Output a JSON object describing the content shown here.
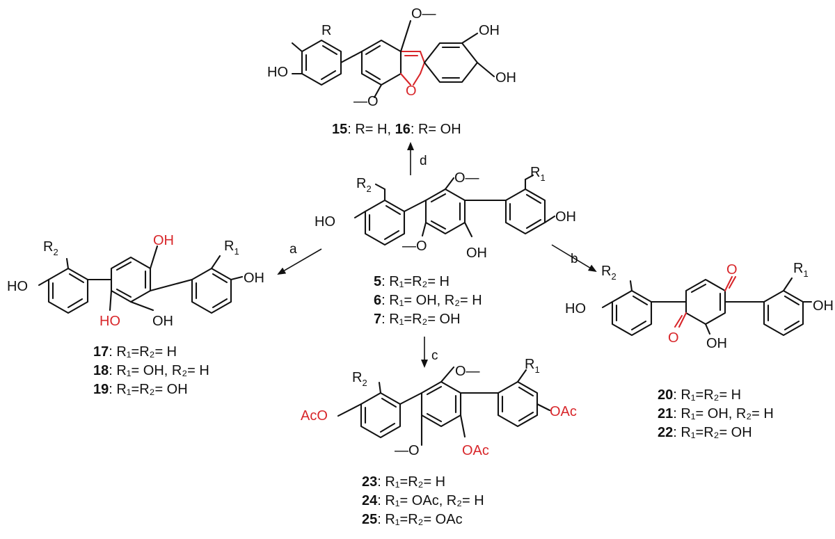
{
  "reagents": {
    "a": "a",
    "b": "b",
    "c": "c",
    "d": "d"
  },
  "atoms": {
    "R": "R",
    "R1": "R",
    "R2": "R",
    "sub1": "1",
    "sub2": "2",
    "HO": "HO",
    "OH": "OH",
    "O": "O",
    "AcO": "AcO",
    "OAc": "OAc",
    "OMe_right": "O—",
    "OMe_left": "—O"
  },
  "compounds": {
    "c15_16": {
      "n1": "15",
      "t1": ": R= H, ",
      "n2": "16",
      "t2": ": R= OH"
    },
    "c5": {
      "num": "5",
      "text": ": R₁=R₂= H"
    },
    "c6": {
      "num": "6",
      "text": ": R₁= OH, R₂= H"
    },
    "c7": {
      "num": "7",
      "text": ": R₁=R₂= OH"
    },
    "c17": {
      "num": "17",
      "text": ": R₁=R₂= H"
    },
    "c18": {
      "num": "18",
      "text": ": R₁= OH, R₂= H"
    },
    "c19": {
      "num": "19",
      "text": ": R₁=R₂= OH"
    },
    "c20": {
      "num": "20",
      "text": ": R₁=R₂= H"
    },
    "c21": {
      "num": "21",
      "text": ": R₁= OH, R₂= H"
    },
    "c22": {
      "num": "22",
      "text": ": R₁=R₂= OH"
    },
    "c23": {
      "num": "23",
      "text": ": R₁=R₂= H"
    },
    "c24": {
      "num": "24",
      "text": ": R₁= OAc, R₂= H"
    },
    "c25": {
      "num": "25",
      "text": ": R₁=R₂= OAc"
    }
  },
  "colors": {
    "highlight": "#d8262a",
    "ink": "#111111"
  }
}
